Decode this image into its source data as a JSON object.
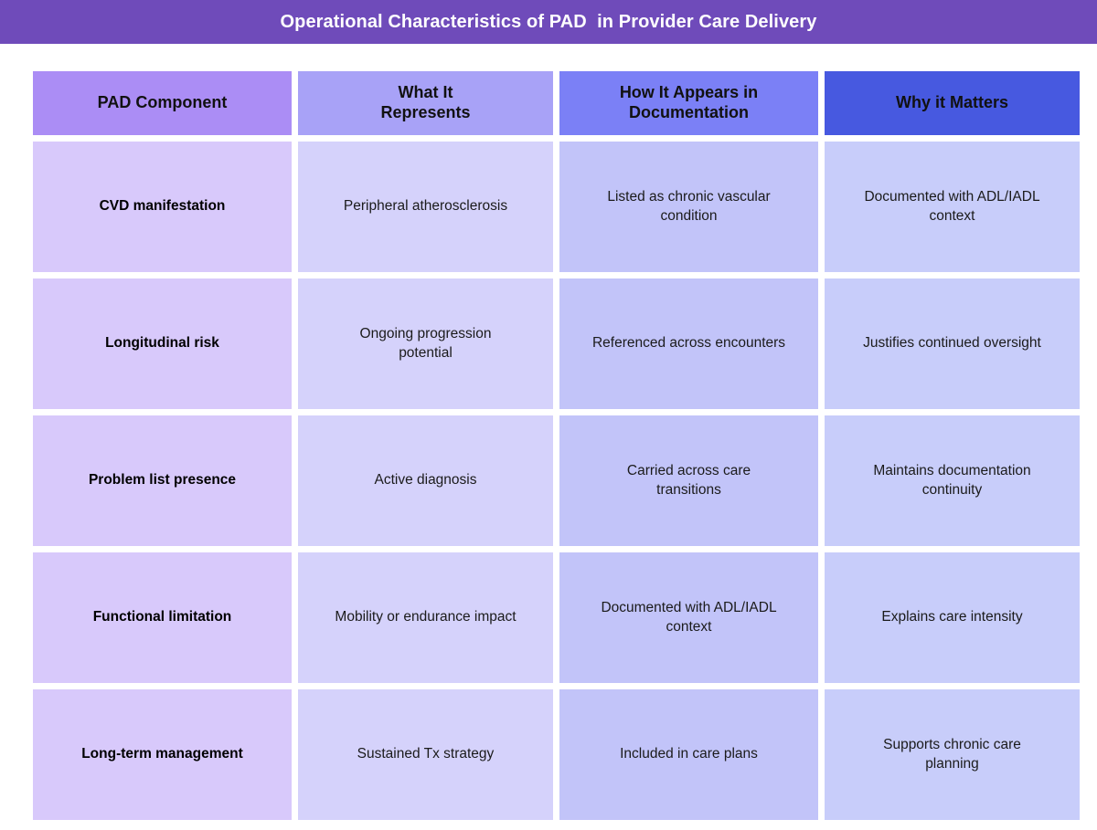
{
  "title": {
    "text": "Operational Characteristics of PAD  in Provider Care Delivery",
    "background": "#6f4bba",
    "color": "#ffffff"
  },
  "table": {
    "headers": [
      {
        "label": "PAD  Component",
        "bg": "#ab8df5"
      },
      {
        "label": "What It\nRepresents",
        "bg": "#a8a2f7"
      },
      {
        "label": "How It Appears in\nDocumentation",
        "bg": "#7b80f6"
      },
      {
        "label": "Why it Matters",
        "bg": "#4759e0"
      }
    ],
    "column_backgrounds": [
      "#d8c9fb",
      "#d5d2fb",
      "#c2c4f9",
      "#c8cdfa"
    ],
    "rows": [
      {
        "component": "CVD manifestation",
        "represents": "Peripheral atherosclerosis",
        "documentation": "Listed as chronic vascular\ncondition",
        "matters": "Documented with ADL/IADL\ncontext"
      },
      {
        "component": "Longitudinal risk",
        "represents": "Ongoing progression\npotential",
        "documentation": "Referenced across encounters",
        "matters": "Justifies continued oversight"
      },
      {
        "component": "Problem list presence",
        "represents": "Active diagnosis",
        "documentation": "Carried across care\ntransitions",
        "matters": "Maintains documentation\ncontinuity"
      },
      {
        "component": "Functional limitation",
        "represents": "Mobility or endurance impact",
        "documentation": "Documented with ADL/IADL\ncontext",
        "matters": "Explains care intensity"
      },
      {
        "component": "Long-term management",
        "represents": "Sustained Tx strategy",
        "documentation": "Included in care plans",
        "matters": "Supports chronic care\nplanning"
      }
    ]
  }
}
